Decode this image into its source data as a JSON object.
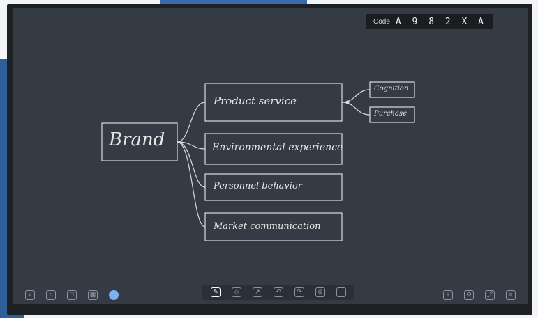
{
  "header": {
    "code_label": "Code",
    "code_value": "A 9 8 2 X A"
  },
  "mindmap": {
    "root": "Brand",
    "branches": [
      {
        "label": "Product service"
      },
      {
        "label": "Environmental experience"
      },
      {
        "label": "Personnel behavior"
      },
      {
        "label": "Market communication"
      }
    ],
    "sub_branches": [
      {
        "label": "Cognition"
      },
      {
        "label": "Purchase"
      }
    ]
  },
  "toolbar": {
    "left_tools": [
      {
        "icon": "back-icon"
      },
      {
        "icon": "globe-icon"
      },
      {
        "icon": "window-icon"
      },
      {
        "icon": "apps-icon"
      },
      {
        "icon": "accent-app-icon"
      }
    ],
    "center_tools": [
      {
        "icon": "pen-icon"
      },
      {
        "icon": "eraser-icon"
      },
      {
        "icon": "select-icon"
      },
      {
        "icon": "undo-icon"
      },
      {
        "icon": "redo-icon"
      },
      {
        "icon": "zoom-icon"
      },
      {
        "icon": "more-icon"
      }
    ],
    "right_tools": [
      {
        "icon": "add-icon"
      },
      {
        "icon": "settings-icon"
      },
      {
        "icon": "export-icon"
      },
      {
        "icon": "close-icon"
      }
    ]
  }
}
